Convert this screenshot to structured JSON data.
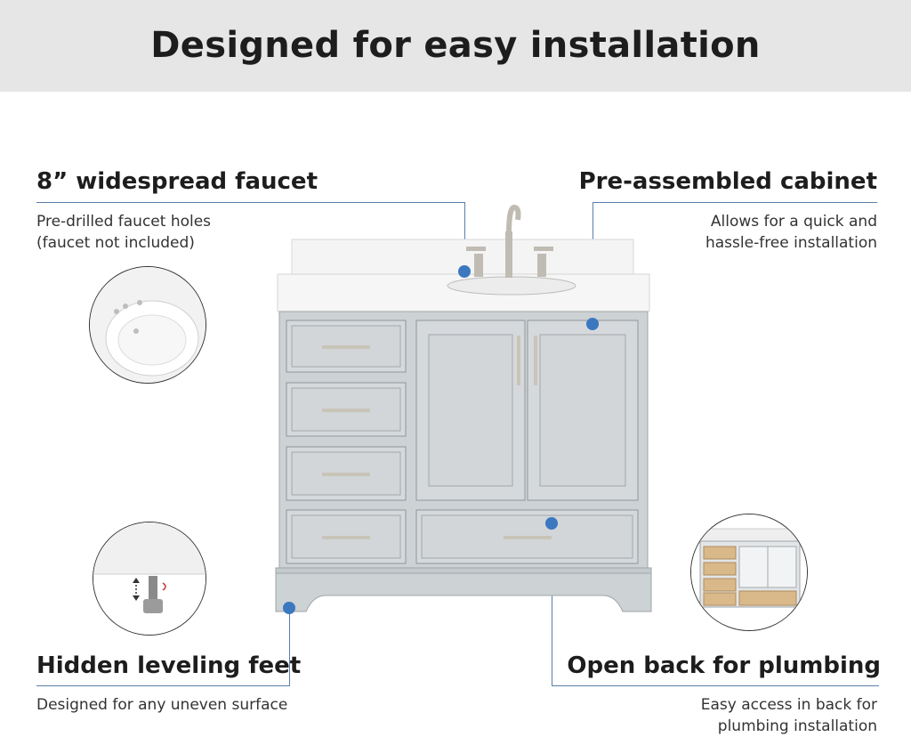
{
  "header": {
    "title": "Designed for easy installation"
  },
  "features": {
    "faucet": {
      "title": "8” widespread faucet",
      "desc_line1": "Pre-drilled faucet holes",
      "desc_line2": "(faucet not included)"
    },
    "cabinet": {
      "title": "Pre-assembled cabinet",
      "desc_line1": "Allows for  a quick and",
      "desc_line2": "hassle-free installation"
    },
    "feet": {
      "title": "Hidden leveling feet",
      "desc_line1": "Designed for any uneven surface"
    },
    "plumbing": {
      "title": "Open back for plumbing",
      "desc_line1": "Easy access in back for",
      "desc_line2": "plumbing installation"
    }
  },
  "colors": {
    "banner": "#e6e6e6",
    "accent_dot": "#3b78c0",
    "leader_line": "#5a7fa8",
    "cabinet": "#cdd2d5",
    "countertop": "#f3f3f3",
    "hardware": "#c9c4b8"
  },
  "icons": [
    "faucet-holes-closeup",
    "leveling-foot-closeup",
    "open-back-closeup"
  ]
}
